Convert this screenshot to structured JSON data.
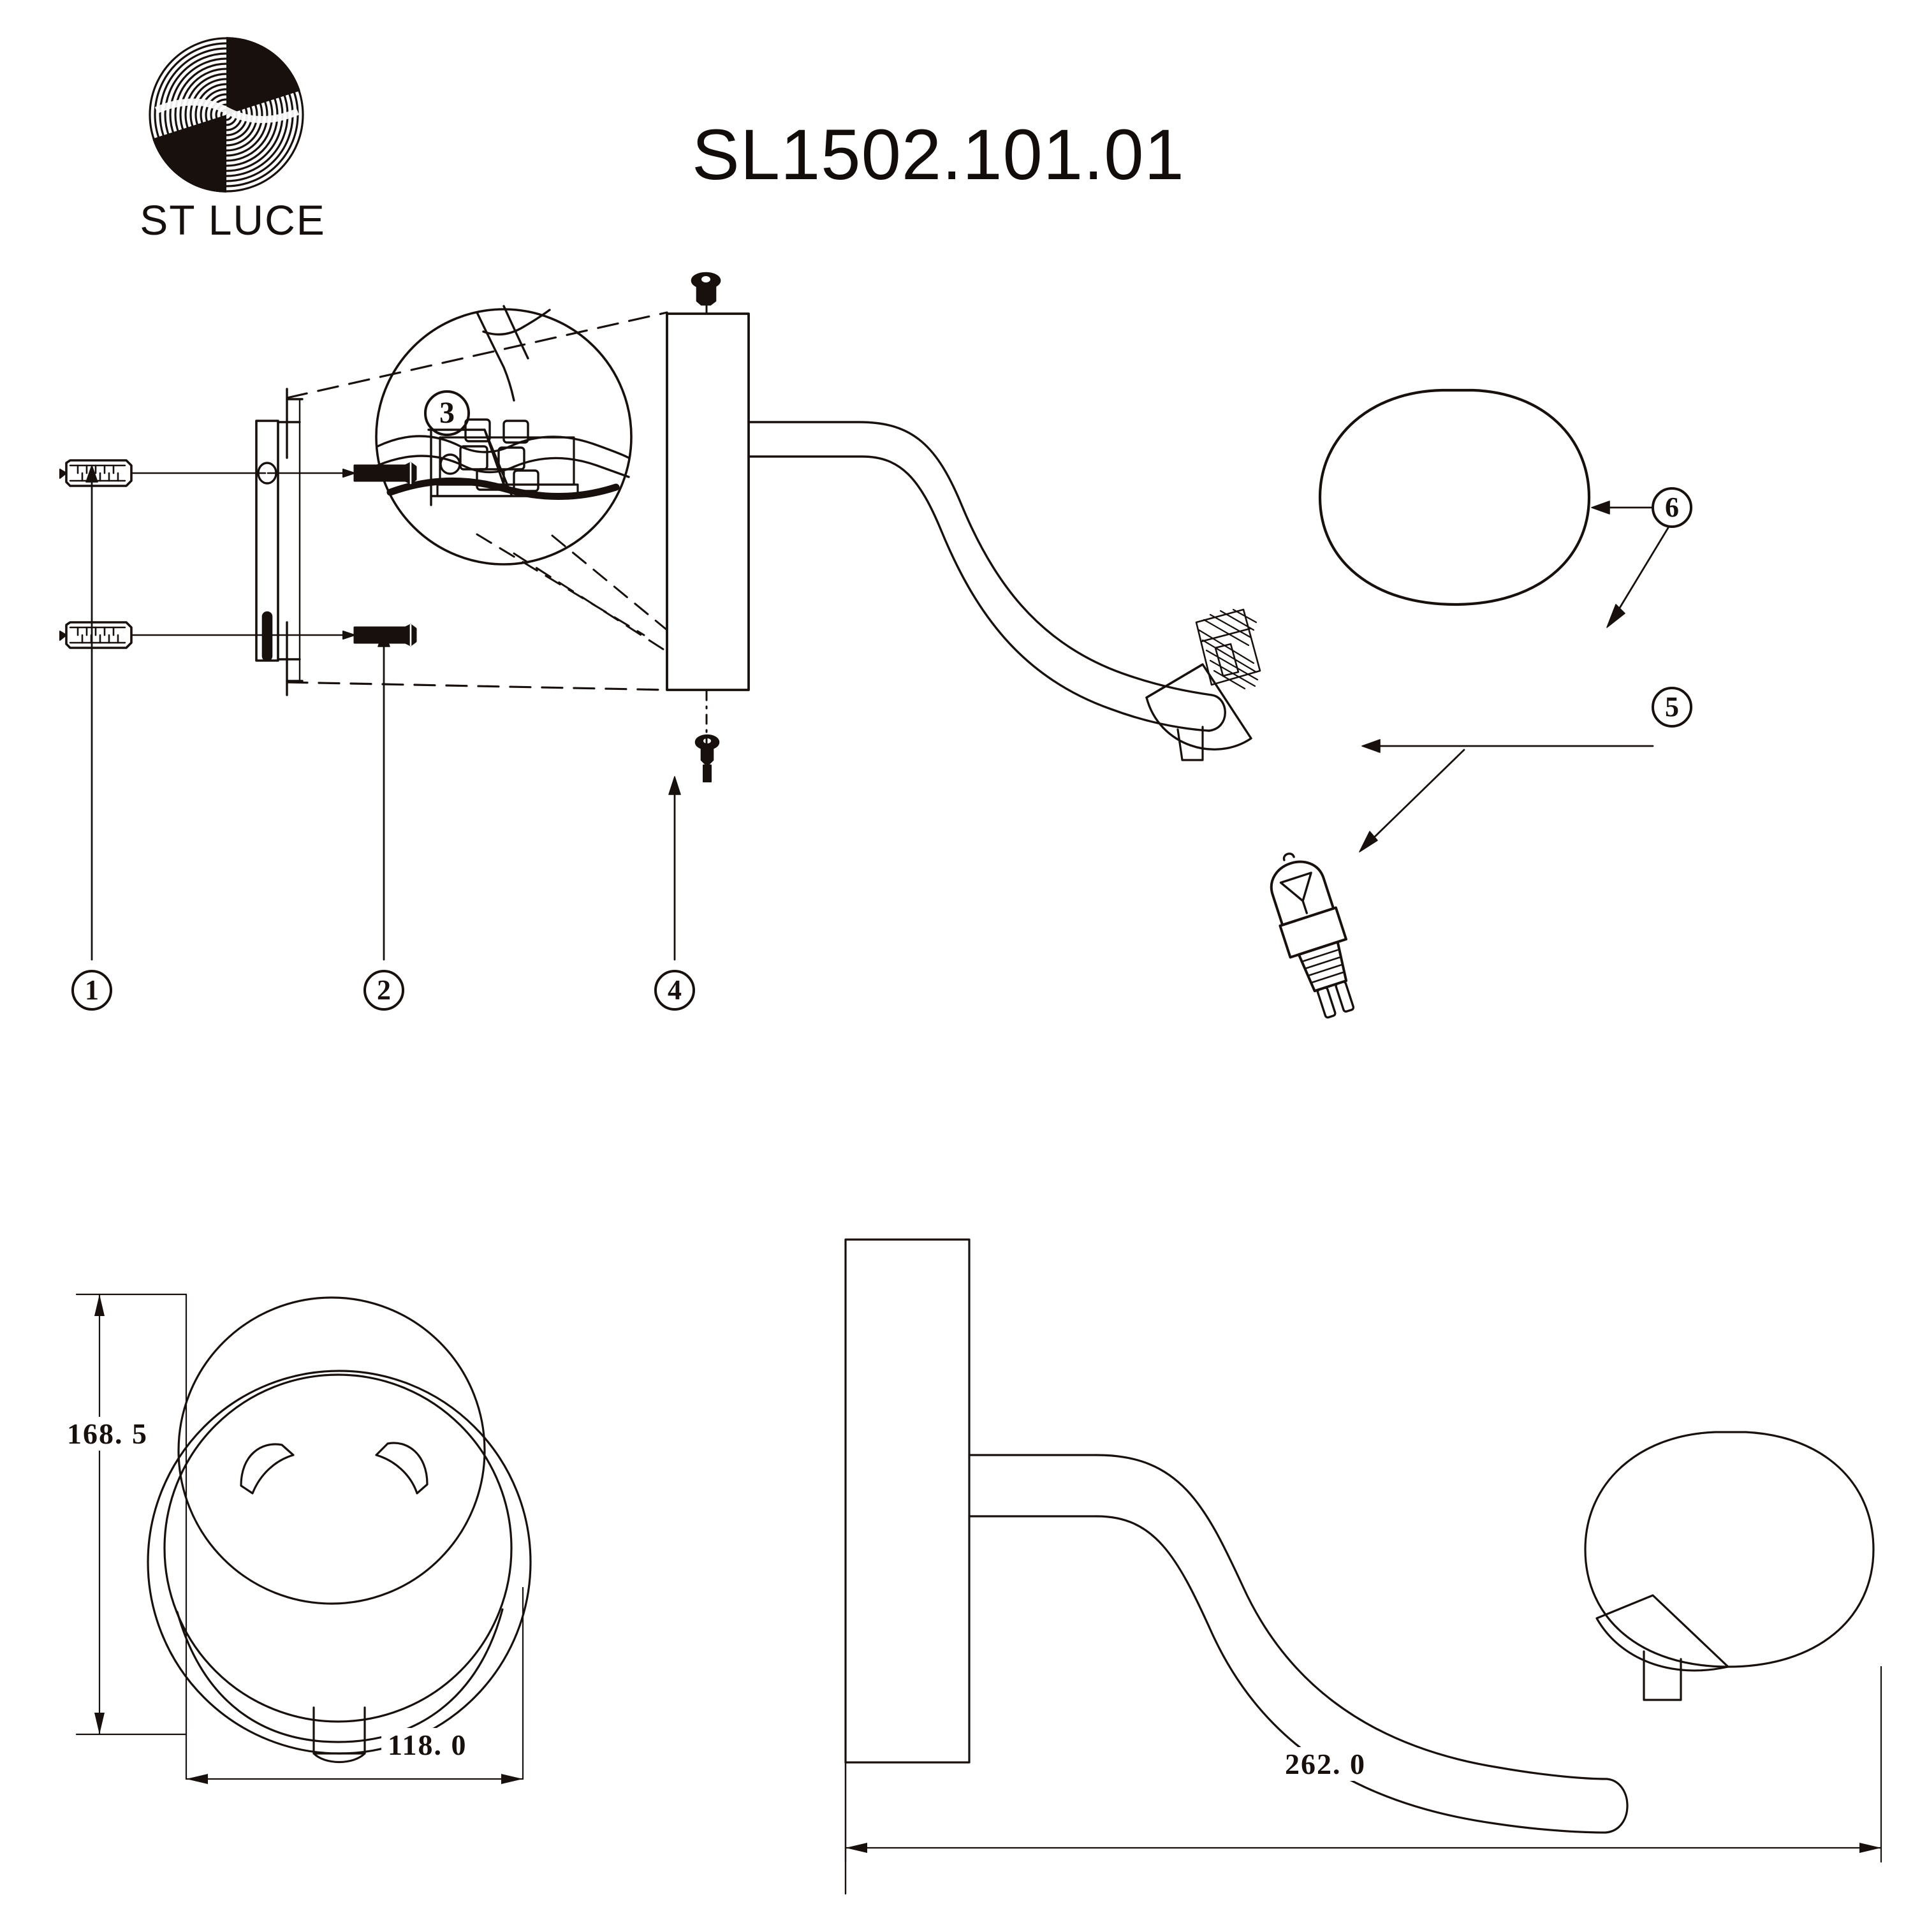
{
  "brand": {
    "logo_icon": "st-luce-spiral-logo",
    "wordmark": "ST LUCE"
  },
  "title": "SL1502.101.01",
  "exploded_view": {
    "detail_bubble": {
      "callout": "3",
      "contents": "terminal-block-with-wires"
    },
    "callouts": [
      {
        "number": "1",
        "part": "wall-anchor-dowel"
      },
      {
        "number": "2",
        "part": "mounting-screw"
      },
      {
        "number": "3",
        "part": "terminal-block-detail"
      },
      {
        "number": "4",
        "part": "decorative-set-screw"
      },
      {
        "number": "5",
        "part": "g9-halogen-bulb"
      },
      {
        "number": "6",
        "part": "glass-globe-shade"
      }
    ],
    "parts": {
      "anchor_top": "wall-anchor-dowel",
      "anchor_bottom": "wall-anchor-dowel",
      "screw_top": "mounting-screw",
      "screw_bottom": "mounting-screw",
      "bracket": "wall-mounting-bracket",
      "body": "lamp-body-backplate",
      "arm": "curved-support-arm",
      "socket_cup": "lamp-holder-cup",
      "bulb": "g9-halogen-bulb",
      "shade": "glass-globe-shade",
      "set_screw_top": "decorative-set-screw",
      "set_screw_bottom": "decorative-set-screw"
    }
  },
  "front_view": {
    "name": "front-elevation",
    "height_dimension": "168. 5",
    "width_dimension": "118. 0"
  },
  "side_view": {
    "name": "side-elevation",
    "depth_dimension": "262. 0"
  },
  "colors": {
    "line": "#17100d",
    "paper": "#ffffff"
  }
}
